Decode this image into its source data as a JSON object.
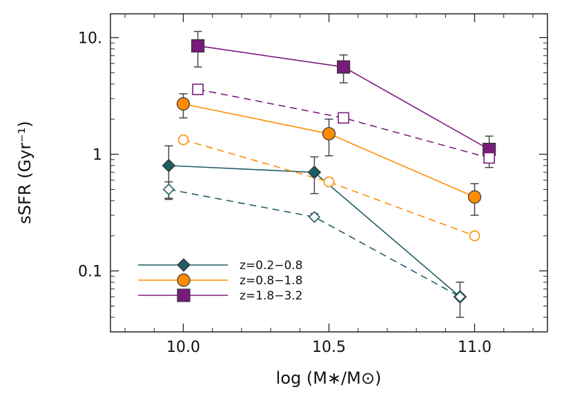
{
  "chart_data": {
    "type": "scatter",
    "xlabel": "log (M∗/M⊙)",
    "ylabel": "sSFR (Gyr⁻¹)",
    "xlim": [
      9.75,
      11.25
    ],
    "ylim": [
      0.03,
      16
    ],
    "yscale": "log",
    "x_ticks": [
      10.0,
      10.5,
      11.0
    ],
    "x_tick_labels": [
      "10.0",
      "10.5",
      "11.0"
    ],
    "y_ticks": [
      0.1,
      1,
      10
    ],
    "y_tick_labels": [
      "0.1",
      "1",
      "10."
    ],
    "grid": false,
    "legend_position": "lower-left",
    "series": [
      {
        "name": "z=0.2−0.8",
        "color": "#1f5c63",
        "marker": "diamond",
        "filled": true,
        "dashed": false,
        "x": [
          9.95,
          10.45,
          10.95
        ],
        "y": [
          0.8,
          0.7,
          0.06
        ],
        "y_low": [
          0.42,
          0.46,
          0.04
        ],
        "y_high": [
          1.18,
          0.95,
          0.08
        ]
      },
      {
        "color": "#1f5c63",
        "marker": "diamond",
        "filled": false,
        "dashed": true,
        "x": [
          9.95,
          10.45,
          10.95
        ],
        "y": [
          0.5,
          0.29,
          0.06
        ],
        "y_low": [
          0.41,
          0.28,
          0.058
        ],
        "y_high": [
          0.58,
          0.31,
          0.062
        ]
      },
      {
        "name": "z=0.8−1.8",
        "color": "#ff8c00",
        "marker": "circle",
        "filled": true,
        "dashed": false,
        "x": [
          10.0,
          10.5,
          11.0
        ],
        "y": [
          2.7,
          1.5,
          0.43
        ],
        "y_low": [
          2.05,
          0.97,
          0.3
        ],
        "y_high": [
          3.3,
          2.0,
          0.56
        ]
      },
      {
        "color": "#ff8c00",
        "marker": "circle",
        "filled": false,
        "dashed": true,
        "x": [
          10.0,
          10.5,
          11.0
        ],
        "y": [
          1.33,
          0.58,
          0.2
        ],
        "y_low": [
          1.28,
          0.57,
          0.19
        ],
        "y_high": [
          1.38,
          0.59,
          0.21
        ]
      },
      {
        "name": "z=1.8−3.2",
        "color": "#7a1a7c",
        "marker": "square",
        "filled": true,
        "dashed": false,
        "x": [
          10.05,
          10.55,
          11.05
        ],
        "y": [
          8.5,
          5.6,
          1.1
        ],
        "y_low": [
          5.6,
          4.1,
          0.77
        ],
        "y_high": [
          11.3,
          7.1,
          1.43
        ]
      },
      {
        "color": "#7a1a7c",
        "marker": "square",
        "filled": false,
        "dashed": true,
        "x": [
          10.05,
          10.55,
          11.05
        ],
        "y": [
          3.6,
          2.05,
          0.93
        ],
        "y_low": [
          3.35,
          1.97,
          0.88
        ],
        "y_high": [
          3.85,
          2.13,
          0.98
        ]
      }
    ]
  }
}
